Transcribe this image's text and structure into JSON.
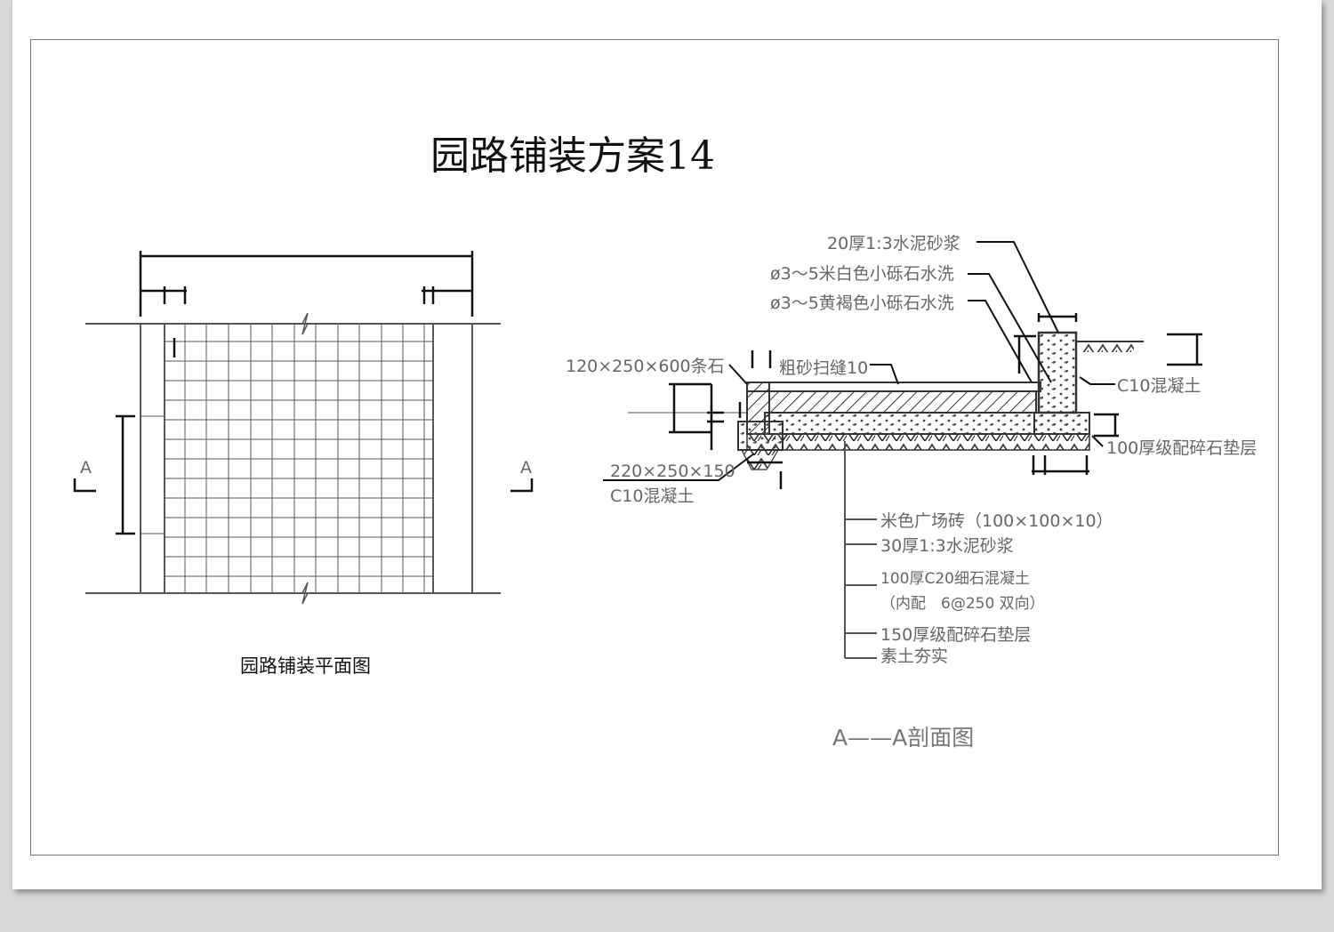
{
  "title": "园路铺装方案14",
  "plan": {
    "caption": "园路铺装平面图",
    "section_mark_left": "A",
    "section_mark_right": "A"
  },
  "section": {
    "caption": "A——A剖面图",
    "labels": {
      "mortar_top": "20厚1:3水泥砂浆",
      "white_gravel": "ø3～5米白色小砾石水洗",
      "brown_gravel": "ø3～5黄褐色小砾石水洗",
      "curb_stone": "120×250×600条石",
      "sand_joint": "粗砂扫缝10",
      "c10_right": "C10混凝土",
      "gravel_100": "100厚级配碎石垫层",
      "base_block": "220×250×150",
      "c10_left": "C10混凝土"
    },
    "layers": [
      "米色广场砖（100×100×10）",
      "30厚1:3水泥砂浆",
      "100厚C20细石混凝土",
      "（内配　6@250 双向）",
      "150厚级配碎石垫层",
      "素土夯实"
    ]
  },
  "colors": {
    "line": "#555555",
    "dark_line": "#111111",
    "text_gray": "#666666"
  }
}
